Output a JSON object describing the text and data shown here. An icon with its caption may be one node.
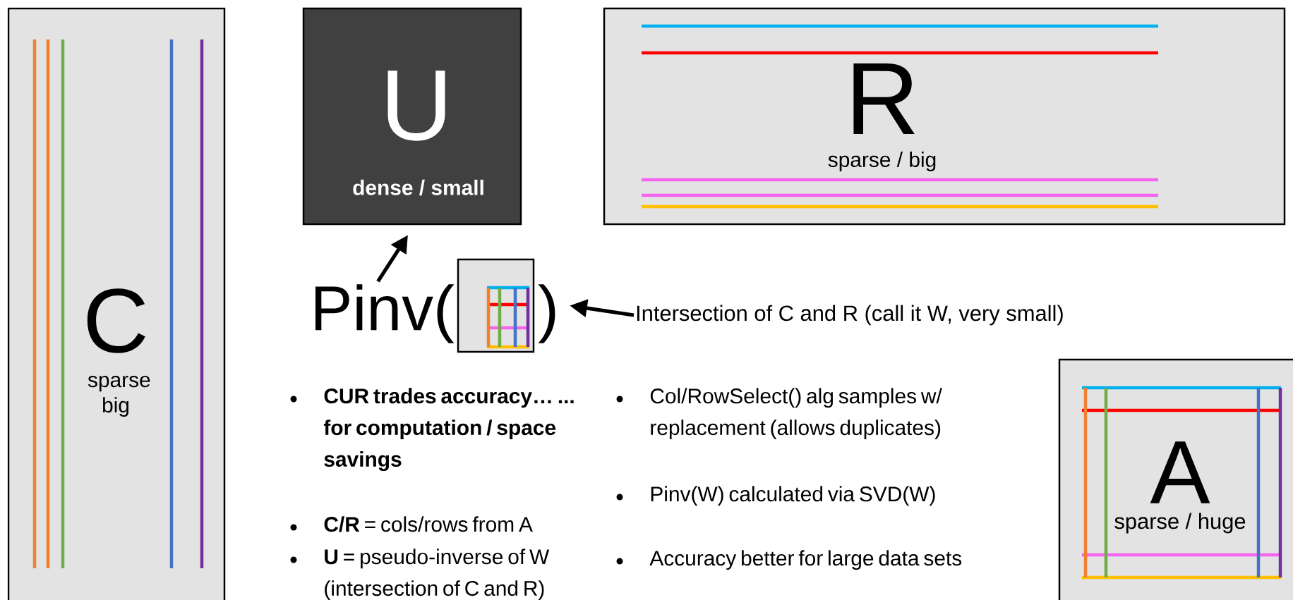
{
  "diagram": {
    "nodes": [
      {
        "text": [
          "C",
          "sparse big"
        ]
      },
      {
        "text": [
          "U",
          "dense / small"
        ]
      },
      {
        "text": [
          "R",
          "sparse  / big"
        ]
      },
      {
        "text": [
          "Pinv("
        ]
      },
      {
        "text": [],
        "shape": "box"
      },
      {
        "text": [
          "Intersection of C and R (call it W, very small)"
        ]
      },
      {
        "text": [
          "A",
          "sparse  / huge"
        ]
      }
    ],
    "edges": [
      {
        "from": 3,
        "to": 1,
        "arrow": "to"
      },
      {
        "from": 5,
        "to": 4,
        "arrow": "to"
      }
    ],
    "labels": [
      ")",
      "CUR trades accuracy… ... for computation / space savings",
      "Col/RowSelect()  alg samples w/ replacement (allows duplicates)",
      "Pinv(W)  calculated via SVD(W)",
      "**C/R** = cols/rows  from A",
      "**U** = pseudo-inverse  of W (intersection of C and R)",
      "Accuracy better for large data sets"
    ]
  }
}
